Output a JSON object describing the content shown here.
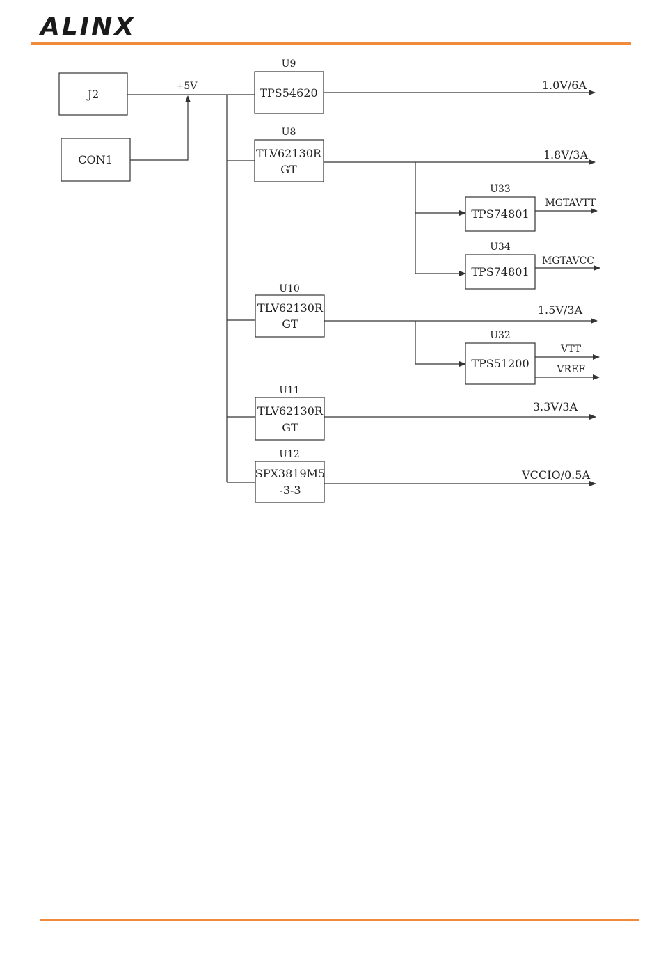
{
  "header": {
    "logo_text": "ALINX",
    "accent_color": "#f08a3c"
  },
  "diagram": {
    "sources": {
      "j2": "J2",
      "con1": "CON1",
      "rail": "+5V"
    },
    "blocks": {
      "u9": {
        "ref": "U9",
        "lines": [
          "TPS54620"
        ]
      },
      "u8": {
        "ref": "U8",
        "lines": [
          "TLV62130R",
          "GT"
        ]
      },
      "u33": {
        "ref": "U33",
        "lines": [
          "TPS74801"
        ]
      },
      "u34": {
        "ref": "U34",
        "lines": [
          "TPS74801"
        ]
      },
      "u10": {
        "ref": "U10",
        "lines": [
          "TLV62130R",
          "GT"
        ]
      },
      "u32": {
        "ref": "U32",
        "lines": [
          "TPS51200"
        ]
      },
      "u11": {
        "ref": "U11",
        "lines": [
          "TLV62130R",
          "GT"
        ]
      },
      "u12": {
        "ref": "U12",
        "lines": [
          "SPX3819M5",
          "-3-3"
        ]
      }
    },
    "outputs": {
      "u9_out": "1.0V/6A",
      "u8_out": "1.8V/3A",
      "u33_out": "MGTAVTT",
      "u34_out": "MGTAVCC",
      "u10_out": "1.5V/3A",
      "u32_vtt": "VTT",
      "u32_vref": "VREF",
      "u11_out": "3.3V/3A",
      "u12_out": "VCCIO/0.5A"
    }
  }
}
